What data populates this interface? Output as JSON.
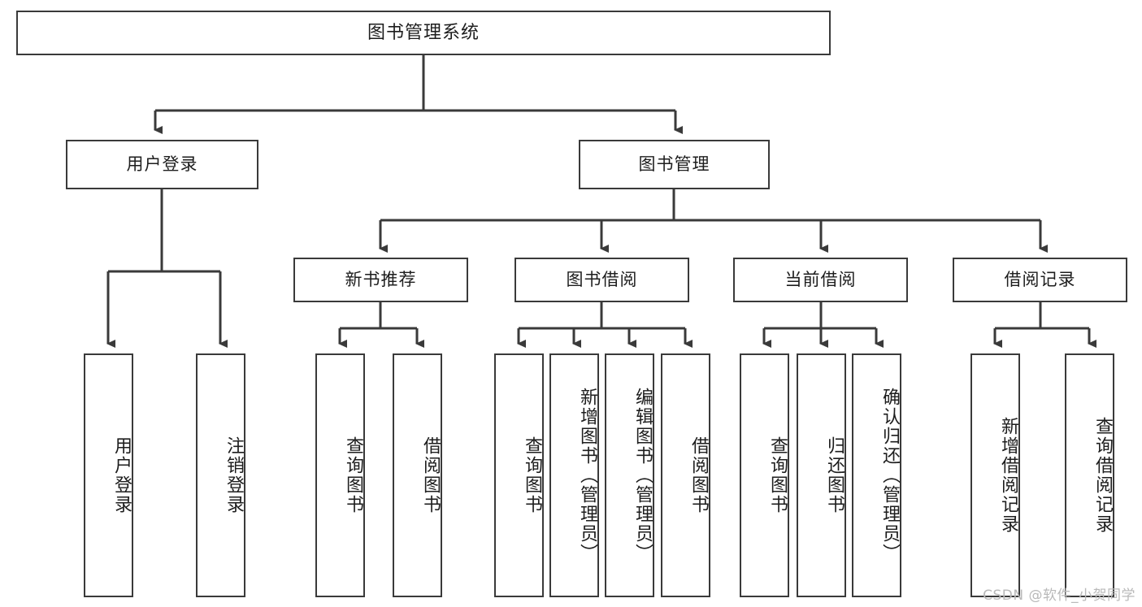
{
  "diagram": {
    "type": "tree-hierarchy",
    "title": "图书管理系统",
    "watermark": "CSDN @软件_小贺同学",
    "colors": {
      "border": "#3a3a3a",
      "background": "#ffffff",
      "text": "#1d1d1d",
      "watermark": "#b9b9b9"
    },
    "nodes": {
      "root": "图书管理系统",
      "level2": {
        "user_login": "用户登录",
        "book_manage": "图书管理"
      },
      "level3": {
        "new_book_recommend": "新书推荐",
        "book_borrow": "图书借阅",
        "current_borrow": "当前借阅",
        "borrow_record": "借阅记录"
      },
      "leaves": {
        "user_login_1": "用户登录",
        "user_login_2": "注销登录",
        "new_book_1": "查询图书",
        "new_book_2": "借阅图书",
        "book_borrow_1": "查询图书",
        "book_borrow_2": "新增图书（管理员）",
        "book_borrow_3": "编辑图书（管理员）",
        "book_borrow_4": "借阅图书",
        "current_borrow_1": "查询图书",
        "current_borrow_2": "归还图书",
        "current_borrow_3": "确认归还（管理员）",
        "borrow_record_1": "新增借阅记录",
        "borrow_record_2": "查询借阅记录"
      }
    }
  }
}
